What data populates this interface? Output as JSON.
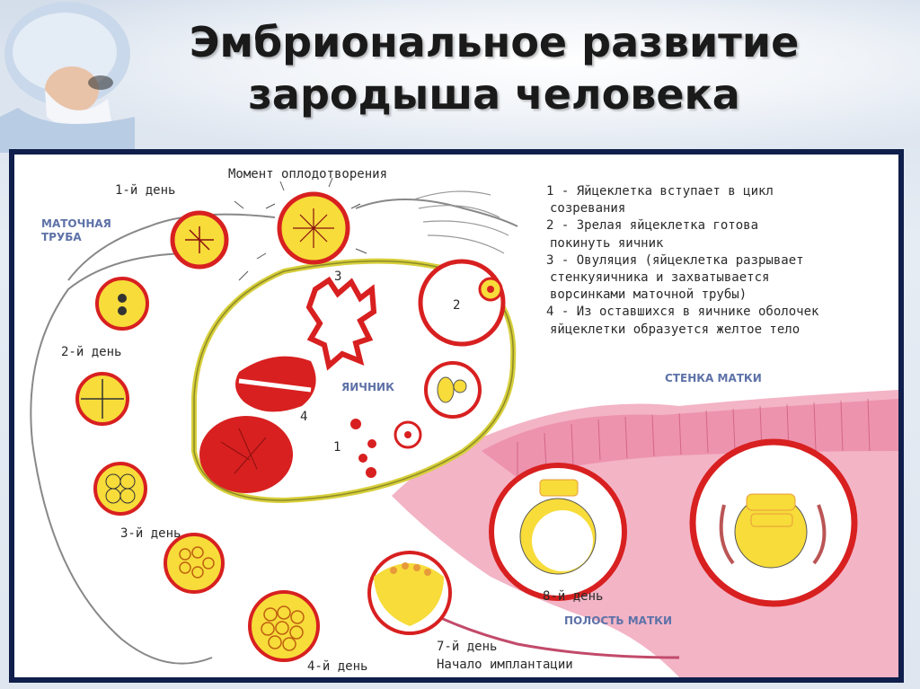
{
  "slide": {
    "title_line1": "Эмбриональное развитие",
    "title_line2": "зародыша человека"
  },
  "diagram": {
    "moment": "Момент оплодотворения",
    "day1": "1-й день",
    "day2": "2-й день",
    "day3": "3-й день",
    "day4": "4-й день",
    "day7": "7-й день",
    "implant": "Начало имплантации",
    "day8": "8-й день",
    "tube": "МАТОЧНАЯ ТРУБА",
    "ovary": "ЯИЧНИК",
    "wall": "СТЕНКА МАТКИ",
    "cavity": "ПОЛОСТЬ МАТКИ",
    "n1": "1",
    "n2": "2",
    "n3": "3",
    "n4": "4"
  },
  "legend": [
    "1 - Яйцеклетка вступает в цикл",
    "созревания",
    "2 - Зрелая яйцеклетка готова",
    "покинуть яичник",
    "3 - Овуляция (яйцеклетка разрывает",
    "стенкуяичника и захватывается",
    "ворсинками маточной трубы)",
    "4 - Из оставшихся в яичнике оболочек",
    "яйцеклетки образуется желтое тело"
  ],
  "colors": {
    "panel_border": "#0f1e4a",
    "ovum_yellow": "#f7dc3a",
    "ovum_red": "#d82020",
    "uterus_pink": "#e8789a",
    "label_blue": "#5e72a8"
  }
}
